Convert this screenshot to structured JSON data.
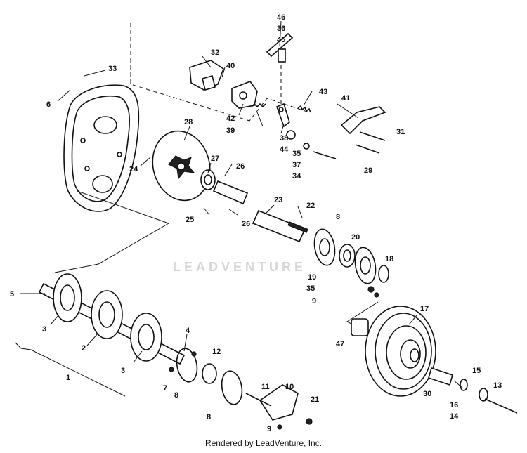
{
  "watermark": "LEADVENTURE",
  "footer": "Rendered by LeadVenture, Inc.",
  "callouts": [
    "46",
    "36",
    "45",
    "32",
    "40",
    "33",
    "6",
    "43",
    "41",
    "42",
    "39",
    "38",
    "44",
    "31",
    "28",
    "27",
    "24",
    "26",
    "35",
    "37",
    "34",
    "29",
    "25",
    "22",
    "23",
    "8",
    "20",
    "18",
    "19",
    "26",
    "35",
    "9",
    "5",
    "3",
    "4",
    "2",
    "12",
    "3",
    "7",
    "8",
    "8",
    "11",
    "10",
    "21",
    "9",
    "17",
    "47",
    "1",
    "15",
    "30",
    "13",
    "16",
    "14"
  ]
}
